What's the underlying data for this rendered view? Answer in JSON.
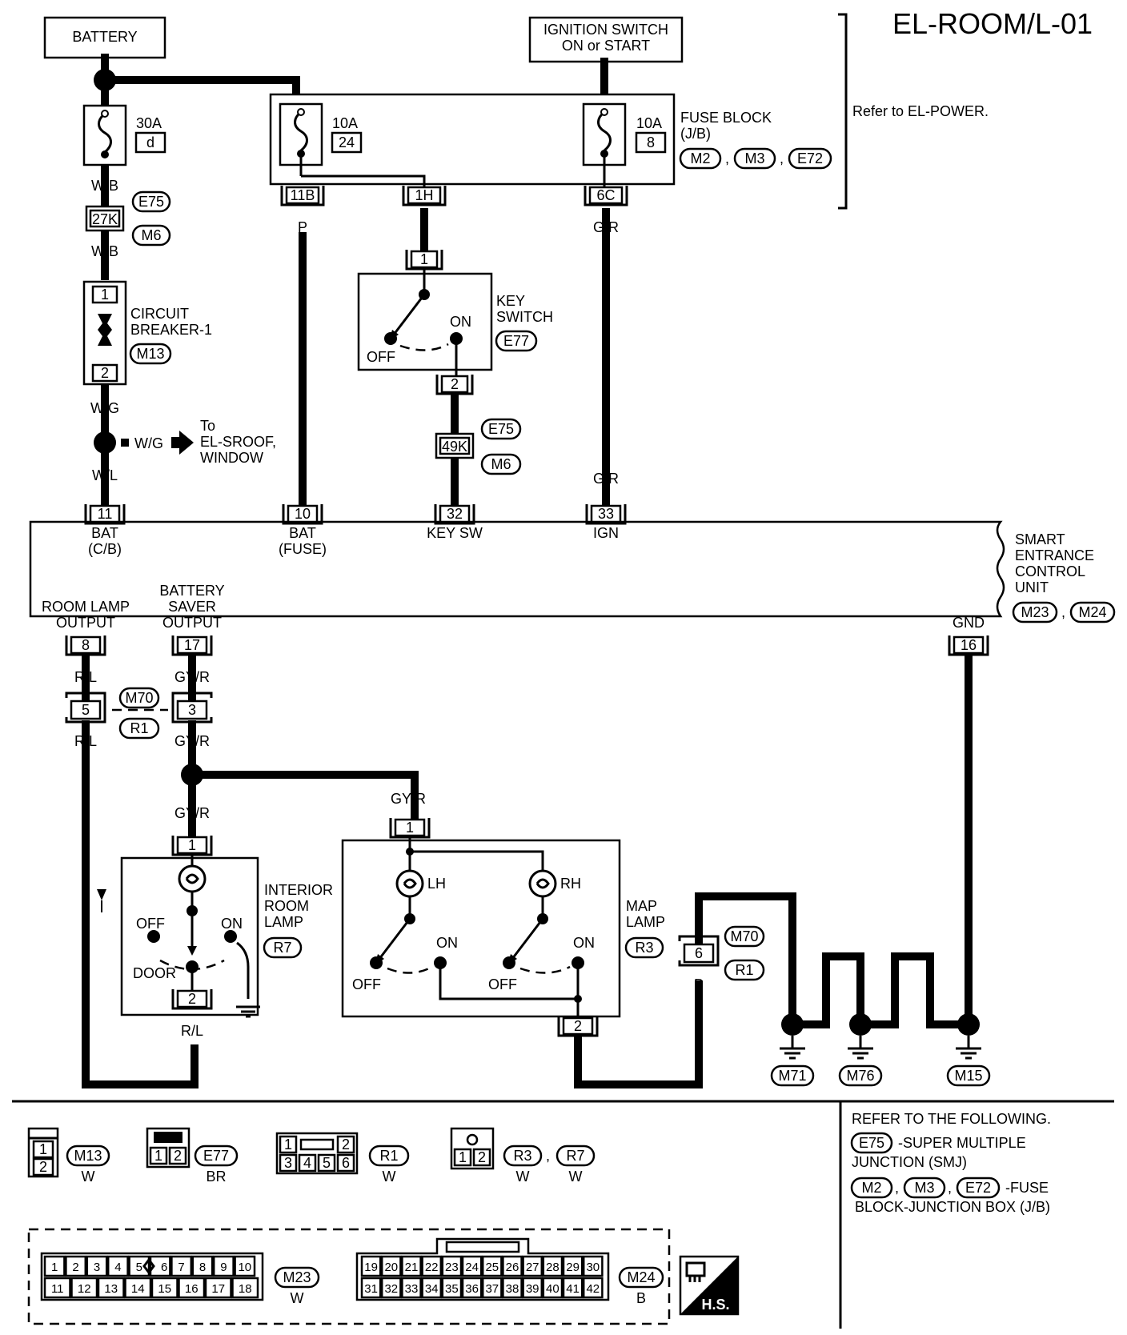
{
  "page_code": "EL-ROOM/L-01",
  "refer_power": "Refer to EL-POWER.",
  "battery": "BATTERY",
  "ignition": {
    "line1": "IGNITION SWITCH",
    "line2": "ON or START"
  },
  "fuses": {
    "f30": {
      "amp": "30A",
      "id": "d"
    },
    "f10a": {
      "amp": "10A",
      "id": "24"
    },
    "f10b": {
      "amp": "10A",
      "id": "8"
    }
  },
  "fuse_block": {
    "line1": "FUSE BLOCK",
    "line2": "(J/B)",
    "conn": [
      "M2",
      "M3",
      "E72"
    ]
  },
  "fuse_terms": [
    "11B",
    "1H",
    "6C"
  ],
  "wire_colors": {
    "wb": "W/B",
    "wg": "W/G",
    "wl": "W/L",
    "p": "P",
    "l": "L",
    "gr": "G/R",
    "rl": "R/L",
    "gyr": "GY/R",
    "b": "B"
  },
  "smj": {
    "c27k": "27K",
    "c49k": "49K",
    "e75": "E75",
    "m6": "M6"
  },
  "circuit_breaker": {
    "line1": "CIRCUIT",
    "line2": "BREAKER-1",
    "conn": "M13",
    "pins": [
      "1",
      "2"
    ]
  },
  "to_sroof": {
    "to": "To",
    "line1": "EL-SROOF,",
    "line2": "WINDOW"
  },
  "key_switch": {
    "line1": "KEY",
    "line2": "SWITCH",
    "conn": "E77",
    "on": "ON",
    "off": "OFF",
    "pins": [
      "1",
      "2"
    ]
  },
  "secu": {
    "line1": "SMART",
    "line2": "ENTRANCE",
    "line3": "CONTROL",
    "line4": "UNIT",
    "conn": [
      "M23",
      "M24"
    ],
    "pins_top": [
      "11",
      "10",
      "32",
      "33"
    ],
    "labels_top": [
      {
        "l1": "BAT",
        "l2": "(C/B)"
      },
      {
        "l1": "BAT",
        "l2": "(FUSE)"
      },
      {
        "l1": "KEY SW",
        "l2": ""
      },
      {
        "l1": "IGN",
        "l2": ""
      }
    ],
    "room_out": {
      "l1": "ROOM LAMP",
      "l2": "OUTPUT",
      "pin": "8"
    },
    "saver_out": {
      "l1": "BATTERY",
      "l2": "SAVER",
      "l3": "OUTPUT",
      "pin": "17"
    },
    "gnd": {
      "label": "GND",
      "pin": "16"
    }
  },
  "jc_m70_r1": {
    "pin_a": "5",
    "pin_b": "3",
    "conn1": "M70",
    "conn2": "R1"
  },
  "interior_lamp": {
    "line1": "INTERIOR",
    "line2": "ROOM",
    "line3": "LAMP",
    "conn": "R7",
    "off": "OFF",
    "on": "ON",
    "door": "DOOR",
    "pins": [
      "1",
      "2"
    ]
  },
  "map_lamp": {
    "line1": "MAP",
    "line2": "LAMP",
    "conn": "R3",
    "lh": "LH",
    "rh": "RH",
    "off": "OFF",
    "on": "ON",
    "pins": [
      "1",
      "2"
    ]
  },
  "jc_map": {
    "pin": "6",
    "conn1": "M70",
    "conn2": "R1"
  },
  "grounds": [
    "M71",
    "M76",
    "M15"
  ],
  "connectors": {
    "m13": {
      "name": "M13",
      "color": "W",
      "pins": [
        "1",
        "2"
      ]
    },
    "e77": {
      "name": "E77",
      "color": "BR",
      "pins": [
        "1",
        "2"
      ]
    },
    "r1": {
      "name": "R1",
      "color": "W",
      "pins_top": [
        "1",
        "2"
      ],
      "pins_bottom": [
        "3",
        "4",
        "5",
        "6"
      ]
    },
    "r3": {
      "name": "R3",
      "color": "W",
      "pins": [
        "1",
        "2"
      ]
    },
    "r7": {
      "name": "R7",
      "color": "W"
    },
    "m23": {
      "name": "M23",
      "color": "W",
      "row1": [
        "1",
        "2",
        "3",
        "4",
        "5",
        "6",
        "7",
        "8",
        "9",
        "10"
      ],
      "row2": [
        "11",
        "12",
        "13",
        "14",
        "15",
        "16",
        "17",
        "18"
      ]
    },
    "m24": {
      "name": "M24",
      "color": "B",
      "row1": [
        "19",
        "20",
        "21",
        "22",
        "23",
        "24",
        "25",
        "26",
        "27",
        "28",
        "29",
        "30"
      ],
      "row2": [
        "31",
        "32",
        "33",
        "34",
        "35",
        "36",
        "37",
        "38",
        "39",
        "40",
        "41",
        "42"
      ]
    }
  },
  "refer": {
    "head": "REFER TO THE FOLLOWING.",
    "e75": "E75",
    "smj1": "-SUPER MULTIPLE",
    "smj2": "JUNCTION (SMJ)",
    "m2": "M2",
    "m3": "M3",
    "e72": "E72",
    "fb1": "-FUSE",
    "fb2": "BLOCK-JUNCTION BOX (J/B)"
  },
  "hs_label": "H.S."
}
